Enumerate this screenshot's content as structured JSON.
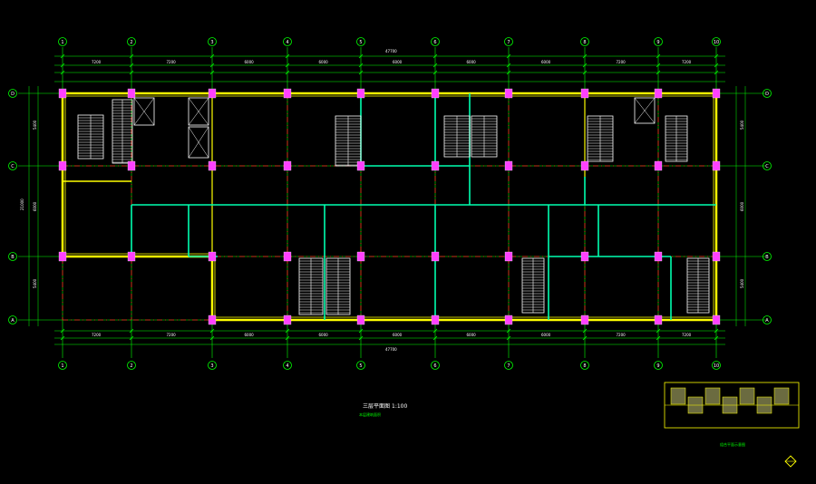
{
  "drawing": {
    "title": "三层平面图",
    "title_scale": "1:100",
    "note": "本层建筑面积",
    "keyplan_label": "组合平面示意图"
  },
  "axes": {
    "columns": [
      "1",
      "2",
      "3",
      "4",
      "5",
      "6",
      "7",
      "8",
      "9",
      "10"
    ],
    "rows": [
      "D",
      "C",
      "B",
      "A"
    ]
  },
  "dimensions": {
    "top_total": "47700",
    "bottom_total": "47700",
    "left_total": "21000",
    "bays": [
      "7200",
      "7200",
      "6000",
      "6000",
      "6000",
      "6000",
      "6000",
      "7200",
      "7200"
    ],
    "row_spans": [
      "5400",
      "6000",
      "5400"
    ]
  },
  "colors": {
    "background": "#000000",
    "grid": "#00ff00",
    "axis_line": "#ff2020",
    "wall": "#ffff00",
    "partition": "#00ffb0",
    "column": "#ff40ff",
    "stair": "#ffffff",
    "annotation": "#00ffff"
  }
}
